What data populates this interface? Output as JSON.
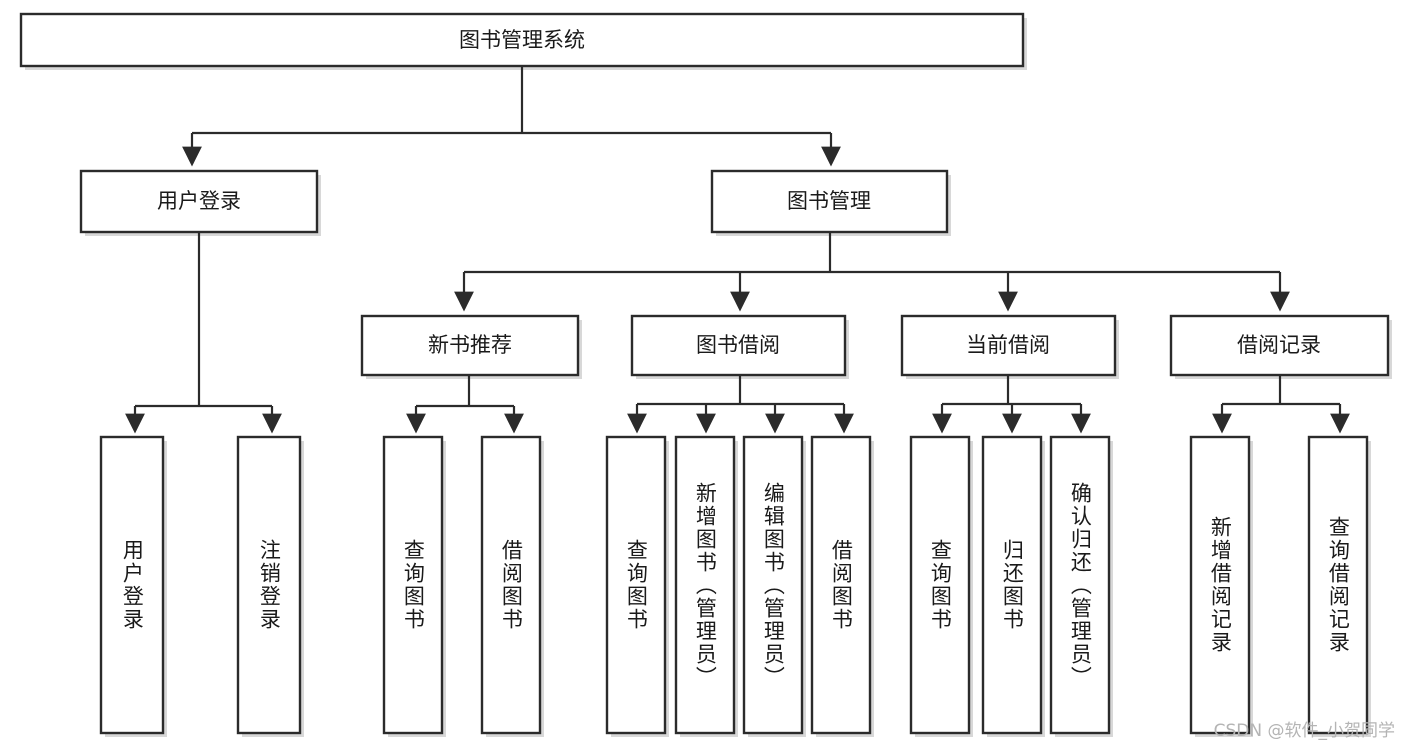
{
  "diagram": {
    "type": "tree-hierarchy",
    "title": "图书管理系统",
    "root": {
      "id": "root",
      "label": "图书管理系统",
      "level": 0,
      "orientation": "horizontal"
    },
    "level2": [
      {
        "id": "user-login",
        "label": "用户登录",
        "orientation": "horizontal"
      },
      {
        "id": "book-manage",
        "label": "图书管理",
        "orientation": "horizontal"
      }
    ],
    "level3": [
      {
        "id": "new-book-rec",
        "label": "新书推荐",
        "parent": "book-manage",
        "orientation": "horizontal"
      },
      {
        "id": "book-borrow",
        "label": "图书借阅",
        "parent": "book-manage",
        "orientation": "horizontal"
      },
      {
        "id": "current-borrow",
        "label": "当前借阅",
        "parent": "book-manage",
        "orientation": "horizontal"
      },
      {
        "id": "borrow-record",
        "label": "借阅记录",
        "parent": "book-manage",
        "orientation": "horizontal"
      }
    ],
    "leaves": [
      {
        "id": "leaf-user-login",
        "label": "用户登录",
        "parent": "user-login",
        "orientation": "vertical"
      },
      {
        "id": "leaf-user-logout",
        "label": "注销登录",
        "parent": "user-login",
        "orientation": "vertical"
      },
      {
        "id": "leaf-query-book-1",
        "label": "查询图书",
        "parent": "new-book-rec",
        "orientation": "vertical"
      },
      {
        "id": "leaf-borrow-book-1",
        "label": "借阅图书",
        "parent": "new-book-rec",
        "orientation": "vertical"
      },
      {
        "id": "leaf-query-book-2",
        "label": "查询图书",
        "parent": "book-borrow",
        "orientation": "vertical"
      },
      {
        "id": "leaf-add-book",
        "label": "新增图书（管理员）",
        "parent": "book-borrow",
        "orientation": "vertical"
      },
      {
        "id": "leaf-edit-book",
        "label": "编辑图书（管理员）",
        "parent": "book-borrow",
        "orientation": "vertical"
      },
      {
        "id": "leaf-borrow-book-2",
        "label": "借阅图书",
        "parent": "book-borrow",
        "orientation": "vertical"
      },
      {
        "id": "leaf-query-book-3",
        "label": "查询图书",
        "parent": "current-borrow",
        "orientation": "vertical"
      },
      {
        "id": "leaf-return-book",
        "label": "归还图书",
        "parent": "current-borrow",
        "orientation": "vertical"
      },
      {
        "id": "leaf-confirm-return",
        "label": "确认归还（管理员）",
        "parent": "current-borrow",
        "orientation": "vertical"
      },
      {
        "id": "leaf-add-record",
        "label": "新增借阅记录",
        "parent": "borrow-record",
        "orientation": "vertical"
      },
      {
        "id": "leaf-query-record",
        "label": "查询借阅记录",
        "parent": "borrow-record",
        "orientation": "vertical"
      }
    ],
    "colors": {
      "box_stroke": "#2b2b2b",
      "box_fill": "#ffffff",
      "text": "#1a1a1a",
      "connector": "#2b2b2b",
      "watermark": "#b4b4b4",
      "background": "#ffffff"
    }
  },
  "watermark": {
    "text": "CSDN @软件_小贺同学"
  }
}
